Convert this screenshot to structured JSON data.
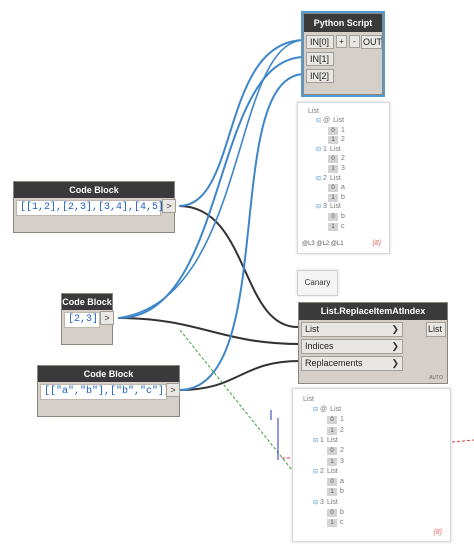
{
  "python_node": {
    "title": "Python Script",
    "inputs": [
      "IN[0]",
      "IN[1]",
      "IN[2]"
    ],
    "add_label": "+",
    "remove_label": "-",
    "output": "OUT"
  },
  "code_block_1": {
    "title": "Code Block",
    "out_label": ">"
  },
  "code_block_2": {
    "title": "Code Block",
    "out_label": ">"
  },
  "code_block_3": {
    "title": "Code Block",
    "out_label": ">"
  },
  "replace_node": {
    "title": "List.ReplaceItemAtIndex",
    "inputs": [
      "List",
      "Indices",
      "Replacements"
    ],
    "output": "List",
    "lacing": "AUTO"
  },
  "canary_label": "Canary",
  "preview_python": {
    "root": "List",
    "rows": [
      {
        "tog": "⊟",
        "idx": "@",
        "text": "List"
      },
      {
        "idx": "0",
        "text": "1"
      },
      {
        "idx": "1",
        "text": "2"
      },
      {
        "tog": "⊟",
        "idx": "1",
        "text": "List"
      },
      {
        "idx": "0",
        "text": "2"
      },
      {
        "idx": "1",
        "text": "3"
      },
      {
        "tog": "⊟",
        "idx": "2",
        "text": "List"
      },
      {
        "idx": "0",
        "text": "a"
      },
      {
        "idx": "1",
        "text": "b"
      },
      {
        "tog": "⊟",
        "idx": "3",
        "text": "List"
      },
      {
        "idx": "0",
        "text": "b"
      },
      {
        "idx": "1",
        "text": "c"
      }
    ],
    "levels": "@L3 @L2 @L1",
    "count": "{8}"
  },
  "preview_replace": {
    "root": "List",
    "rows": [
      {
        "tog": "⊟",
        "idx": "@",
        "text": "List"
      },
      {
        "idx": "0",
        "text": "1"
      },
      {
        "idx": "1",
        "text": "2"
      },
      {
        "tog": "⊟",
        "idx": "1",
        "text": "List"
      },
      {
        "idx": "0",
        "text": "2"
      },
      {
        "idx": "1",
        "text": "3"
      },
      {
        "tog": "⊟",
        "idx": "2",
        "text": "List"
      },
      {
        "idx": "0",
        "text": "a"
      },
      {
        "idx": "1",
        "text": "b"
      },
      {
        "tog": "⊟",
        "idx": "3",
        "text": "List"
      },
      {
        "idx": "0",
        "text": "b"
      },
      {
        "idx": "1",
        "text": "c"
      }
    ],
    "count": "{8}"
  },
  "colors": {
    "wire_blue": "#3e86c9",
    "wire_dark": "#333333",
    "selected": "#4f9bd6"
  }
}
